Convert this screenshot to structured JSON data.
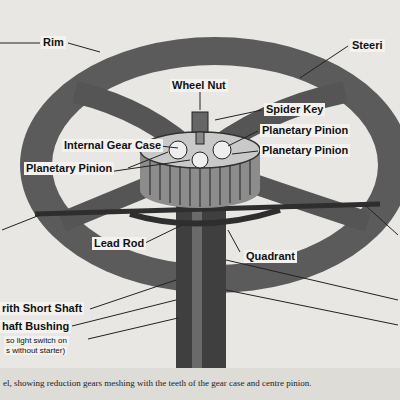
{
  "diagram": {
    "caption": "el, showing reduction gears meshing with the teeth of the gear case and centre pinion.",
    "labels": [
      "Rim",
      "Steeri",
      "Wheel Nut",
      "Spider Key",
      "Planetary Pinion",
      "Internal Gear Case",
      "Planetary Pinion",
      "Planetary Pinion",
      "Lead Rod",
      "Quadrant",
      "rith Short Shaft",
      "haft Bushing",
      "so light switch on",
      "s without starter)"
    ]
  }
}
